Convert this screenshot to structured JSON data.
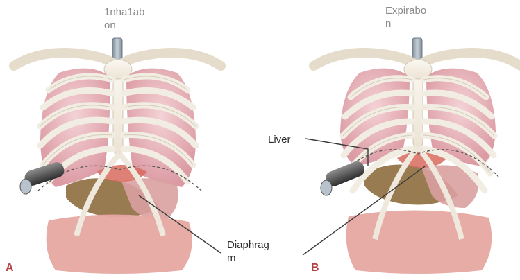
{
  "panels": [
    {
      "letter": "A",
      "title_line1": "1nha1ab",
      "title_line2": "on"
    },
    {
      "letter": "B",
      "title_line1": "Expirabo",
      "title_line2": "n"
    }
  ],
  "labels": {
    "liver": "Liver",
    "diaphragm_line1": "Diaphrag",
    "diaphragm_line2": "m"
  },
  "colors": {
    "bone": "#f4efe6",
    "bone_outline": "#cfc5b2",
    "lung": "#e8b7bd",
    "lung_dark": "#d98f98",
    "liver": "#8a6a3a",
    "stomach": "#d9a0a0",
    "intestine": "#e7a8a2",
    "trachea": "#9aa7b2",
    "needle": "#4a4a4a",
    "panel_letter": "#b3413f"
  }
}
